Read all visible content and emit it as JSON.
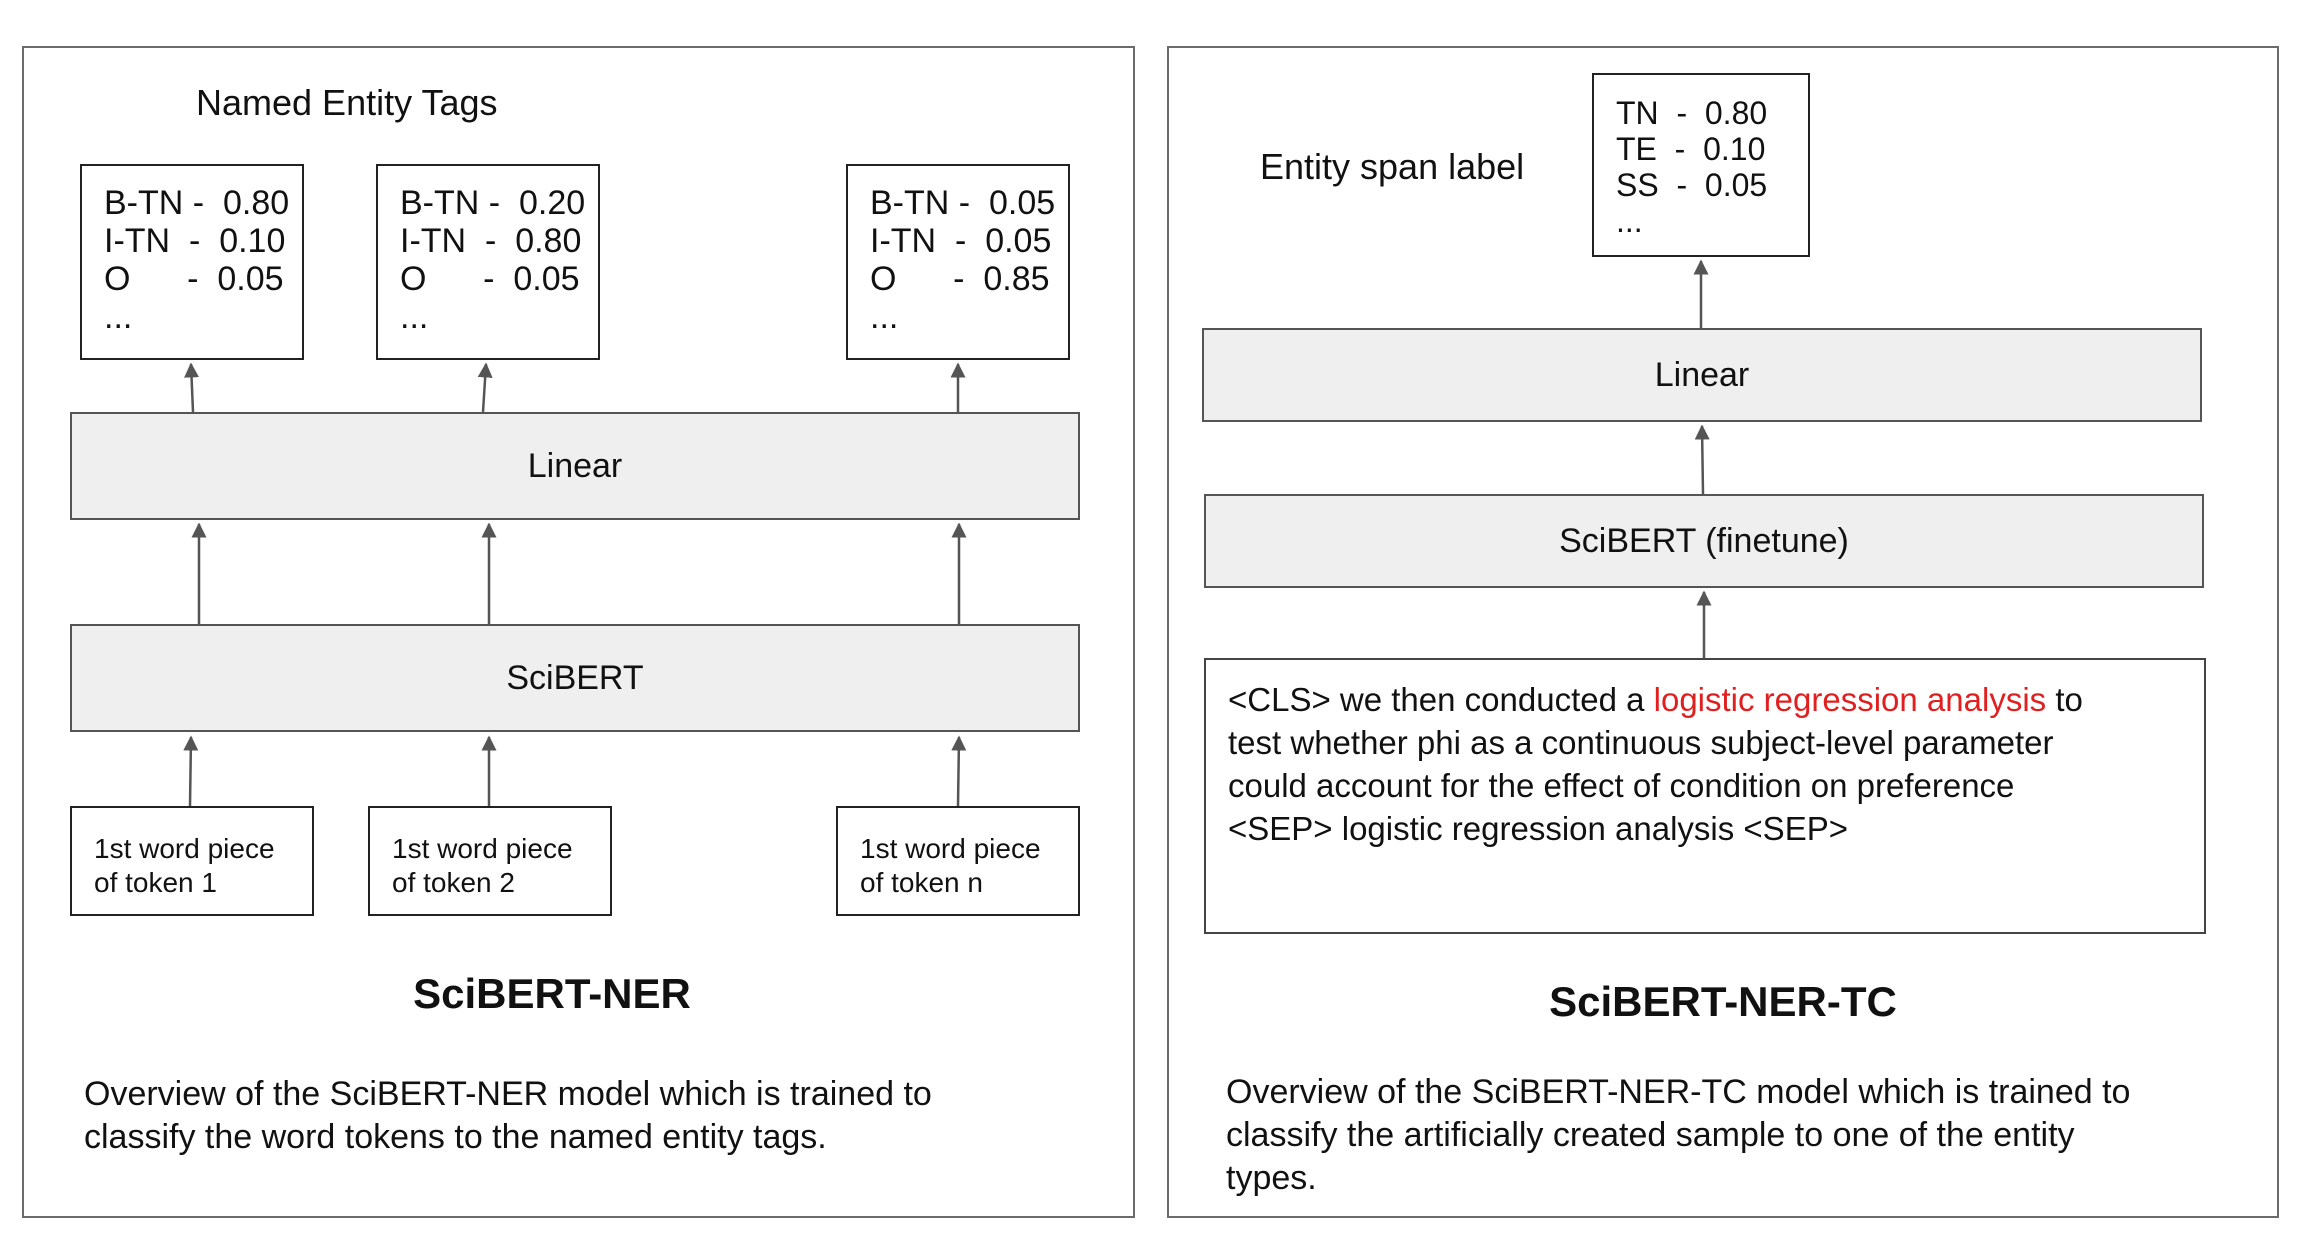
{
  "left": {
    "tags_label": "Named Entity Tags",
    "outputs": [
      {
        "rows": [
          "B-TN -  0.80",
          "I-TN  -  0.10",
          "O      -  0.05",
          "..."
        ]
      },
      {
        "rows": [
          "B-TN -  0.20",
          "I-TN  -  0.80",
          "O      -  0.05",
          "..."
        ]
      },
      {
        "rows": [
          "B-TN -  0.05",
          "I-TN  -  0.05",
          "O      -  0.85",
          "..."
        ]
      }
    ],
    "linear_label": "Linear",
    "scibert_label": "SciBERT",
    "inputs": [
      {
        "line1": "1st word piece",
        "line2": "of token 1"
      },
      {
        "line1": "1st word piece",
        "line2": "of token 2"
      },
      {
        "line1": "1st word piece",
        "line2": "of token n"
      }
    ],
    "title": "SciBERT-NER",
    "caption_lines": [
      "Overview of the SciBERT-NER model which is trained to",
      "classify the word tokens to the named entity tags."
    ]
  },
  "right": {
    "span_label": "Entity span label",
    "output_rows": [
      "TN  -  0.80",
      "TE  -  0.10",
      "SS  -  0.05",
      "..."
    ],
    "linear_label": "Linear",
    "scibert_label": "SciBERT (finetune)",
    "sample": {
      "line1_prefix": "<CLS> we then conducted a ",
      "line1_highlight": "logistic regression analysis",
      "line1_suffix": " to",
      "line2": "test whether phi as a continuous subject-level parameter",
      "line3": "could account for the effect of condition on preference",
      "line4": "<SEP> logistic regression analysis <SEP>"
    },
    "highlight_color": "#e02020",
    "title": "SciBERT-NER-TC",
    "caption_lines": [
      "Overview of the SciBERT-NER-TC model which is trained to",
      "classify the artificially created sample to one of the entity",
      "types."
    ]
  }
}
